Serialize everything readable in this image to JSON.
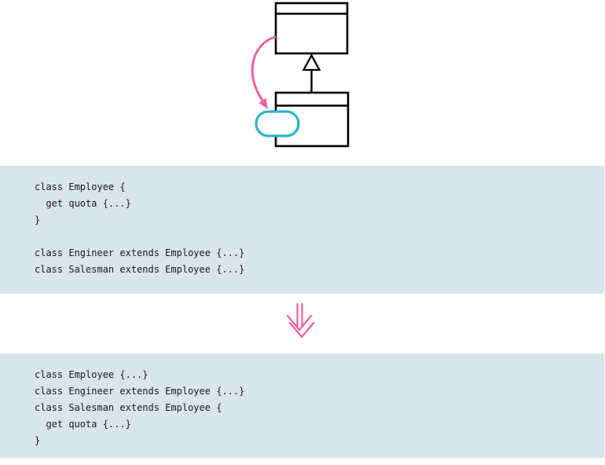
{
  "colors": {
    "code_background": "#d9e5ec",
    "pink_accent": "#f05fa0",
    "teal_accent": "#2ab5c9",
    "diagram_stroke": "#000000",
    "code_text": "#1a1a1a"
  },
  "diagram": {
    "description": "UML inheritance diagram: empty superclass box above, empty subclass box below, hollow-triangle generalization arrow pointing up, pink curved move-arrow from superclass body to a teal ellipse marker on the subclass",
    "icons": {
      "inheritance": "hollow-triangle-arrow-icon",
      "move_method": "curved-pink-arrow-icon",
      "method_marker": "teal-ellipse-marker",
      "transform": "double-chevron-down-arrow-icon"
    }
  },
  "code_before": {
    "lines": [
      "class Employee {",
      "  get quota {...}",
      "}",
      "",
      "class Engineer extends Employee {...}",
      "class Salesman extends Employee {...}"
    ]
  },
  "code_after": {
    "lines": [
      "class Employee {...}",
      "class Engineer extends Employee {...}",
      "class Salesman extends Employee {",
      "  get quota {...}",
      "}"
    ]
  }
}
